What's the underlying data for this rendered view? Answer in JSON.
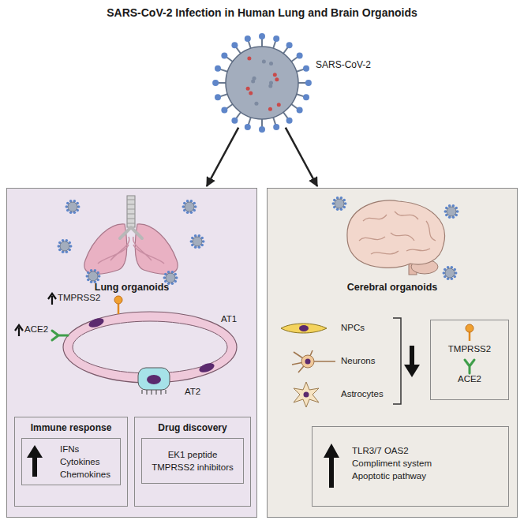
{
  "diagram": {
    "title": "SARS-CoV-2 Infection in Human Lung and Brain Organoids",
    "nodes": [
      {
        "text": [
          "SARS-CoV-2"
        ]
      },
      {
        "text": [
          "Lung organoids"
        ]
      },
      {
        "text": [
          "Immune response",
          "IFNs Cytokines Chemokines"
        ],
        "in": 1
      },
      {
        "text": [
          "Drug discovery",
          "EK1 peptide TMPRSS2 inhibitors"
        ],
        "in": 1
      },
      {
        "text": [
          "Cerebral organoids"
        ]
      },
      {
        "text": [
          "TMPRSS2",
          "ACE2"
        ],
        "in": 4
      },
      {
        "text": [
          "TLR3/7 OAS2 Compliment system Apoptotic pathway"
        ],
        "in": 4
      }
    ],
    "edges": [
      {
        "from": 0,
        "to": 1,
        "arrow": "to"
      },
      {
        "from": 0,
        "to": 4,
        "arrow": "to"
      }
    ],
    "labels": [
      "TMPRSS2",
      "ACE2",
      "AT1",
      "AT2",
      "NPCs",
      "Neurons",
      "Astrocytes"
    ]
  }
}
